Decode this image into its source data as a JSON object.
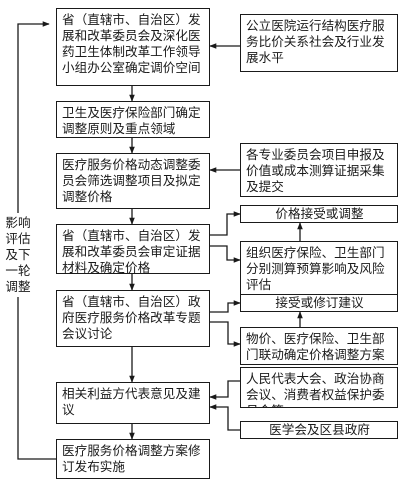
{
  "main_steps": [
    "省（直辖市、自治区）发展和改革委员会及深化医药卫生体制改革工作领导小组办公室确定调价空间",
    "卫生及医疗保险部门确定调整原则及重点领域",
    "医疗服务价格动态调整委员会筛选调整项目及拟定调整价格",
    "省（直辖市、自治区）发展和改革委员会审定证据材料及确定价格",
    "省（直辖市、自治区）政府医疗服务价格改革专题会议讨论",
    "相关利益方代表意见及建议",
    "医疗服务价格调整方案修订发布实施"
  ],
  "side_boxes": {
    "public_hospital": "公立医院运行结构医疗服务比价关系社会及行业发展水平",
    "expert_committee": "各专业委员会项目申报及价值或成本测算证据采集及提交",
    "price_accept": "价格接受或调整",
    "organize_insurance": "组织医疗保险、卫生部门分别测算预算影响及风险评估",
    "accept_suggestion": "接受或修订建议",
    "joint_confirm": "物价、医疗保险、卫生部门联动确定价格调整方案",
    "peoples_congress": "人民代表大会、政治协商会议、消费者权益保护委员会等",
    "medical_assoc": "医学会及区县政府"
  },
  "feedback_label": [
    "影响",
    "评估",
    "及下",
    "一轮",
    "调整"
  ],
  "colors": {
    "line": "#1a1a1a",
    "background": "#ffffff"
  }
}
